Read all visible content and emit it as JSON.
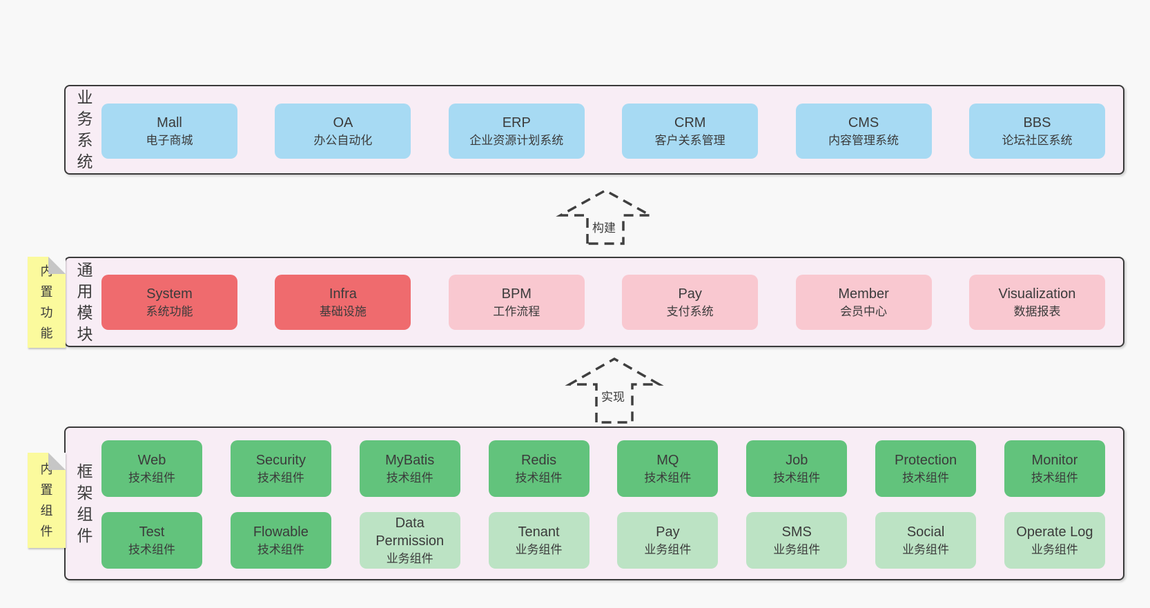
{
  "colors": {
    "page_bg": "#f8f8f8",
    "container_bg": "#f8edf5",
    "border": "#3a3a3a",
    "text": "#3b3b3b",
    "blue": "#a7daf3",
    "red": "#ef6b6e",
    "pink": "#f9c8d0",
    "green": "#62c37c",
    "light_green": "#bce3c4",
    "note_yellow": "#fbfa9d",
    "fold_gray": "#c6c6c6"
  },
  "arrows": [
    {
      "label": "构建"
    },
    {
      "label": "实现"
    }
  ],
  "layers": [
    {
      "label": "业务系统",
      "boxes": [
        {
          "title": "Mall",
          "subtitle": "电子商城"
        },
        {
          "title": "OA",
          "subtitle": "办公自动化"
        },
        {
          "title": "ERP",
          "subtitle": "企业资源计划系统"
        },
        {
          "title": "CRM",
          "subtitle": "客户关系管理"
        },
        {
          "title": "CMS",
          "subtitle": "内容管理系统"
        },
        {
          "title": "BBS",
          "subtitle": "论坛社区系统"
        }
      ]
    },
    {
      "label": "通用模块",
      "note": "内置功能",
      "boxes": [
        {
          "title": "System",
          "subtitle": "系统功能"
        },
        {
          "title": "Infra",
          "subtitle": "基础设施"
        },
        {
          "title": "BPM",
          "subtitle": "工作流程"
        },
        {
          "title": "Pay",
          "subtitle": "支付系统"
        },
        {
          "title": "Member",
          "subtitle": "会员中心"
        },
        {
          "title": "Visualization",
          "subtitle": "数据报表"
        }
      ]
    },
    {
      "label": "框架组件",
      "note": "内置组件",
      "row1": [
        {
          "title": "Web",
          "subtitle": "技术组件"
        },
        {
          "title": "Security",
          "subtitle": "技术组件"
        },
        {
          "title": "MyBatis",
          "subtitle": "技术组件"
        },
        {
          "title": "Redis",
          "subtitle": "技术组件"
        },
        {
          "title": "MQ",
          "subtitle": "技术组件"
        },
        {
          "title": "Job",
          "subtitle": "技术组件"
        },
        {
          "title": "Protection",
          "subtitle": "技术组件"
        },
        {
          "title": "Monitor",
          "subtitle": "技术组件"
        }
      ],
      "row2": [
        {
          "title": "Test",
          "subtitle": "技术组件"
        },
        {
          "title": "Flowable",
          "subtitle": "技术组件"
        },
        {
          "title": "Data Permission",
          "subtitle": "业务组件"
        },
        {
          "title": "Tenant",
          "subtitle": "业务组件"
        },
        {
          "title": "Pay",
          "subtitle": "业务组件"
        },
        {
          "title": "SMS",
          "subtitle": "业务组件"
        },
        {
          "title": "Social",
          "subtitle": "业务组件"
        },
        {
          "title": "Operate Log",
          "subtitle": "业务组件"
        }
      ]
    }
  ]
}
